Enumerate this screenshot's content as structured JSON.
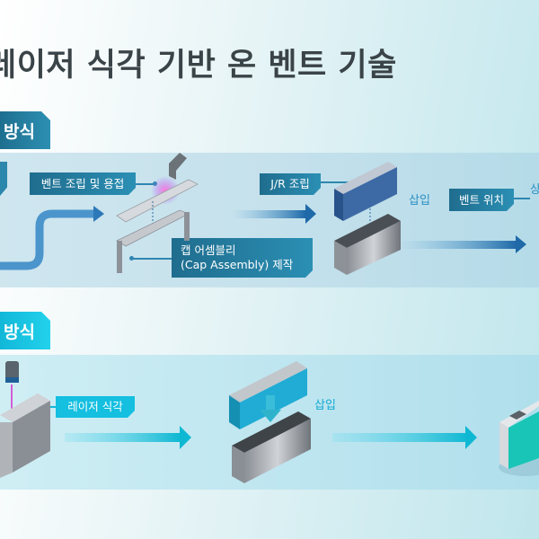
{
  "title": "레이저 식각 기반 온 벤트 기술",
  "section1": {
    "label": "방식",
    "steps": {
      "vent_assembly_welding": "벤트 조립 및 용접",
      "cap_assembly_line1": "캡 어셈블리",
      "cap_assembly_line2": "(Cap Assembly) 제작",
      "jr_assembly": "J/R 조립",
      "insert": "삽입",
      "vent_position": "벤트 위치",
      "cut_off": "상"
    }
  },
  "section2": {
    "label": "방식",
    "steps": {
      "laser_etching": "레이저 식각",
      "insert": "삽입"
    }
  },
  "colors": {
    "title": "#3a4448",
    "dark_teal": "#1f6d8e",
    "cyan": "#14bfe0",
    "arrow_blue": "#2f7fb5",
    "arrow_cyan": "#12bcd6"
  }
}
